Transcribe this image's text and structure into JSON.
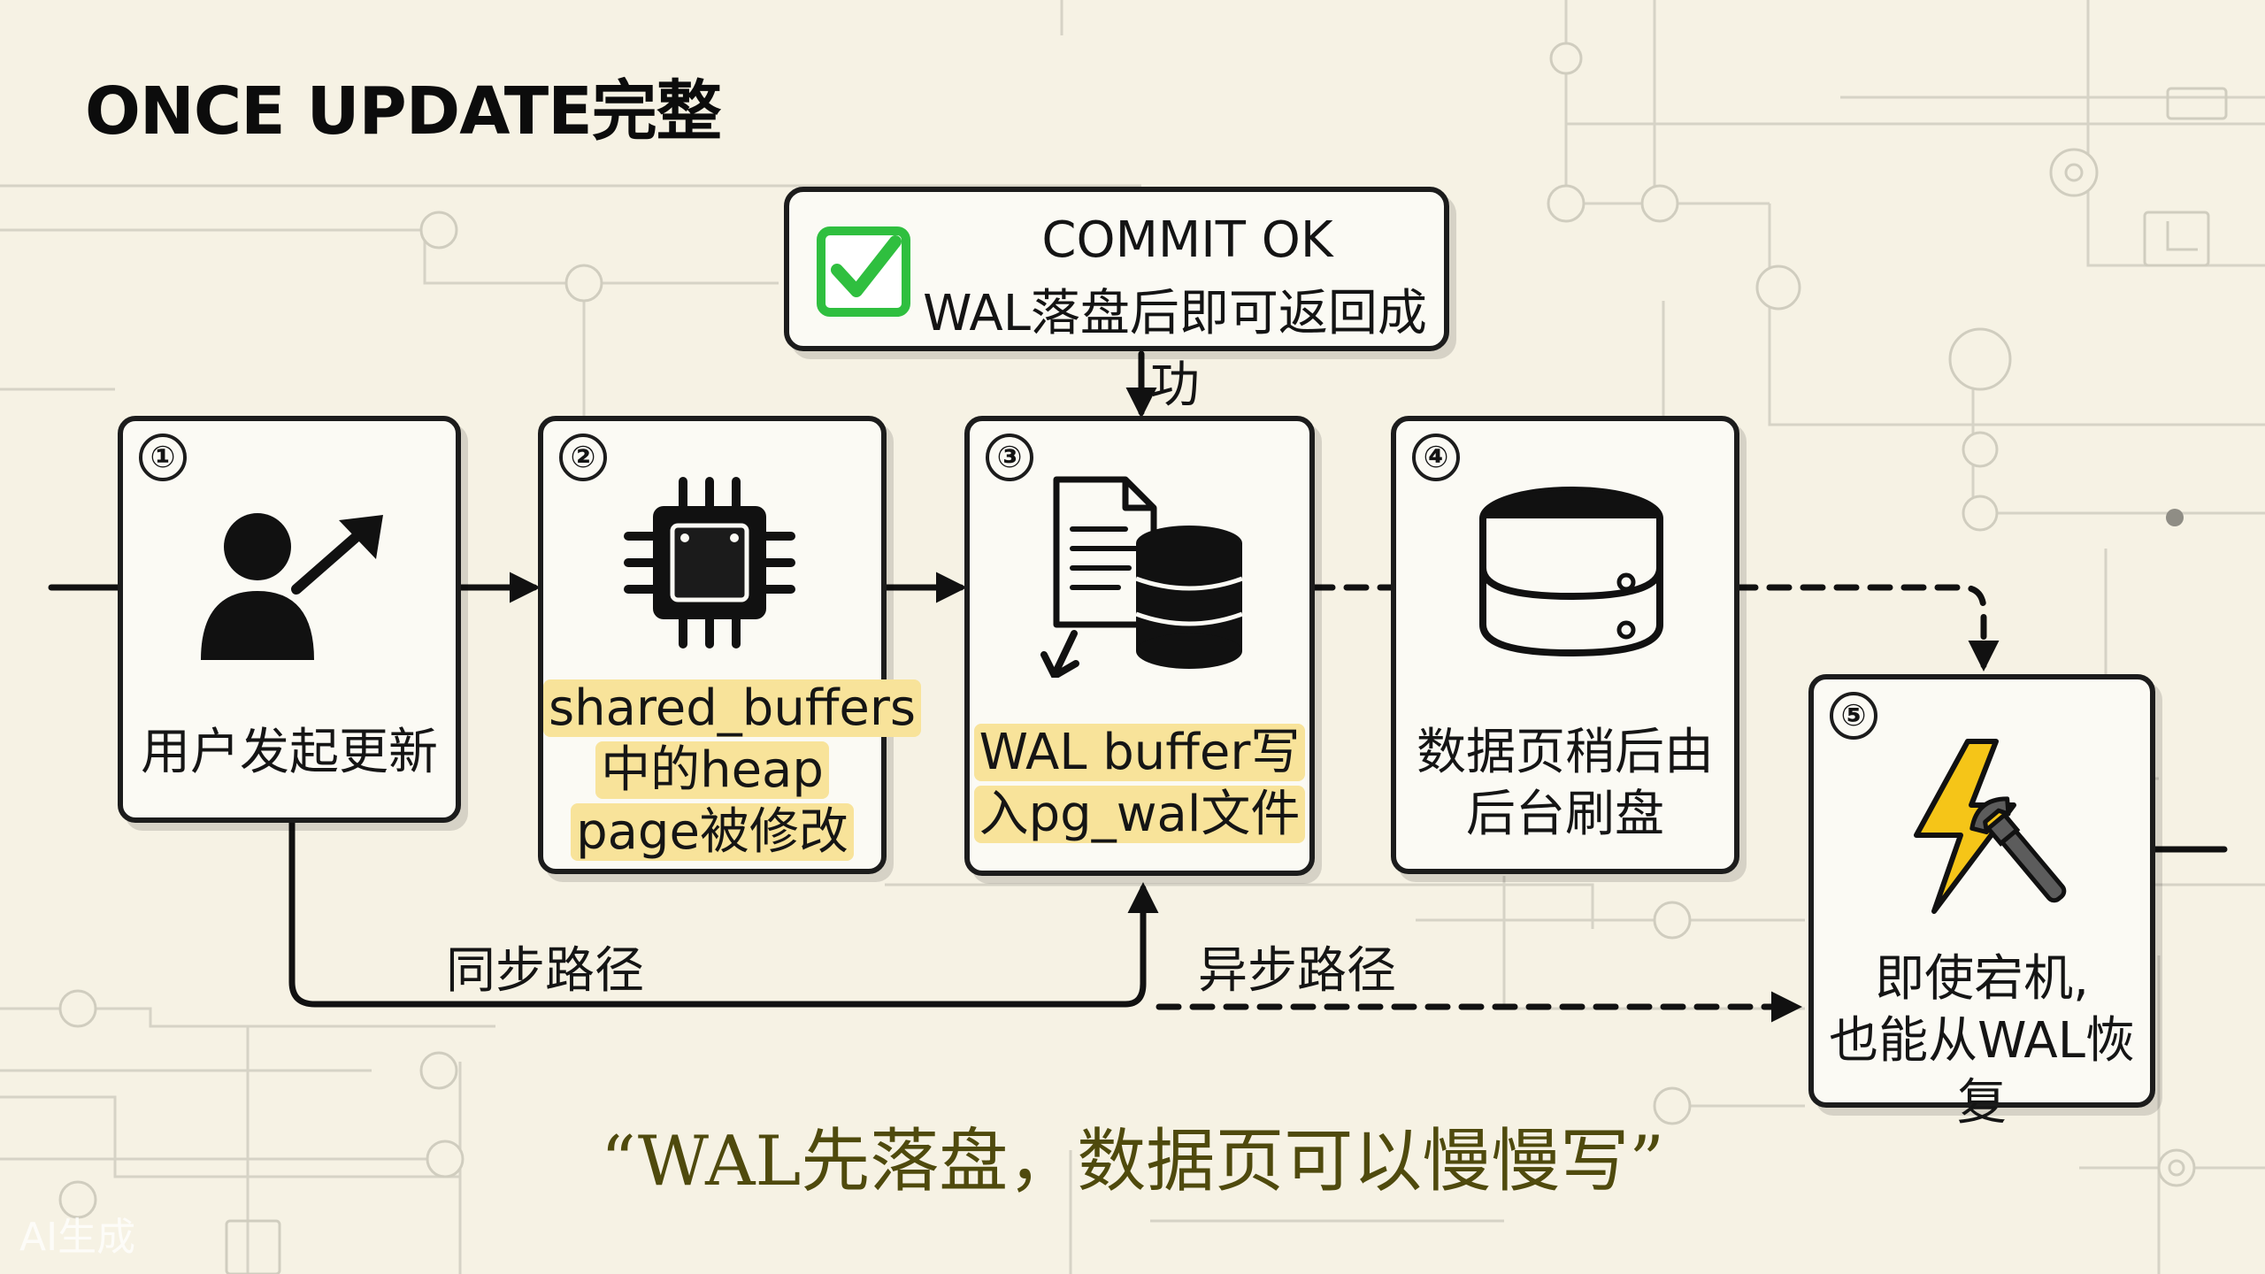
{
  "title": "ONCE UPDATE完整",
  "commit": {
    "line1": "COMMIT OK",
    "line2": "WAL落盘后即可返回成功",
    "icon": "check-icon"
  },
  "steps": [
    {
      "num": "①",
      "label": "用户发起更新",
      "icon": "user-arrow-icon"
    },
    {
      "num": "②",
      "label_lines": [
        "shared_buffers",
        "中的heap",
        "page被修改"
      ],
      "icon": "cpu-chip-icon"
    },
    {
      "num": "③",
      "label_lines": [
        "WAL buffer写",
        "入pg_wal文件"
      ],
      "icon": "document-database-icon"
    },
    {
      "num": "④",
      "label_lines": [
        "数据页稍后由",
        "后台刷盘"
      ],
      "icon": "database-icon"
    },
    {
      "num": "⑤",
      "label_lines": [
        "即使宕机,",
        "也能从WAL恢复"
      ],
      "icon": "lightning-wrench-icon"
    }
  ],
  "paths": {
    "sync_label": "同步路径",
    "async_label": "异步路径"
  },
  "quote": "“WAL先落盘，数据页可以慢慢写”",
  "watermark": "AI生成",
  "colors": {
    "background": "#f6f2e4",
    "highlight": "#f8e39a",
    "check_green": "#2fbf3f",
    "lightning_yellow": "#f5c518",
    "quote_text": "#4f4a0d"
  }
}
